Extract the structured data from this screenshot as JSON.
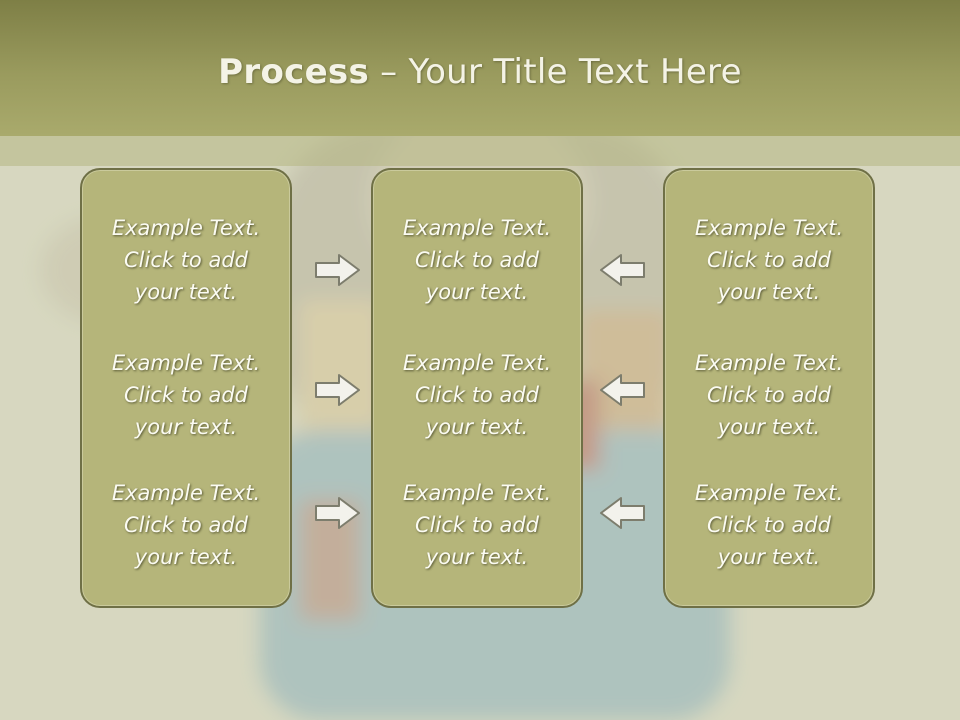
{
  "slide": {
    "title_bold": "Process",
    "title_rest": " – Your Title Text Here"
  },
  "columns": [
    {
      "items": [
        {
          "line1": "Example Text.",
          "line2": "Click  to add",
          "line3": "your text."
        },
        {
          "line1": "Example Text.",
          "line2": "Click  to add",
          "line3": "your text."
        },
        {
          "line1": "Example Text.",
          "line2": "Click  to add",
          "line3": "your text."
        }
      ]
    },
    {
      "items": [
        {
          "line1": "Example Text.",
          "line2": "Click  to add",
          "line3": "your text."
        },
        {
          "line1": "Example Text.",
          "line2": "Click  to add",
          "line3": "your text."
        },
        {
          "line1": "Example Text.",
          "line2": "Click  to add",
          "line3": "your text."
        }
      ]
    },
    {
      "items": [
        {
          "line1": "Example Text.",
          "line2": "Click  to add",
          "line3": "your text."
        },
        {
          "line1": "Example Text.",
          "line2": "Click  to add",
          "line3": "your text."
        },
        {
          "line1": "Example Text.",
          "line2": "Click  to add",
          "line3": "your text."
        }
      ]
    }
  ],
  "arrows": {
    "left_group": "arrow-right-icon",
    "right_group": "arrow-left-icon"
  },
  "colors": {
    "header": "#9a9b5e",
    "panel_fill": "#b5b57a",
    "panel_border": "#6f7046",
    "text": "#fbfbf2"
  }
}
